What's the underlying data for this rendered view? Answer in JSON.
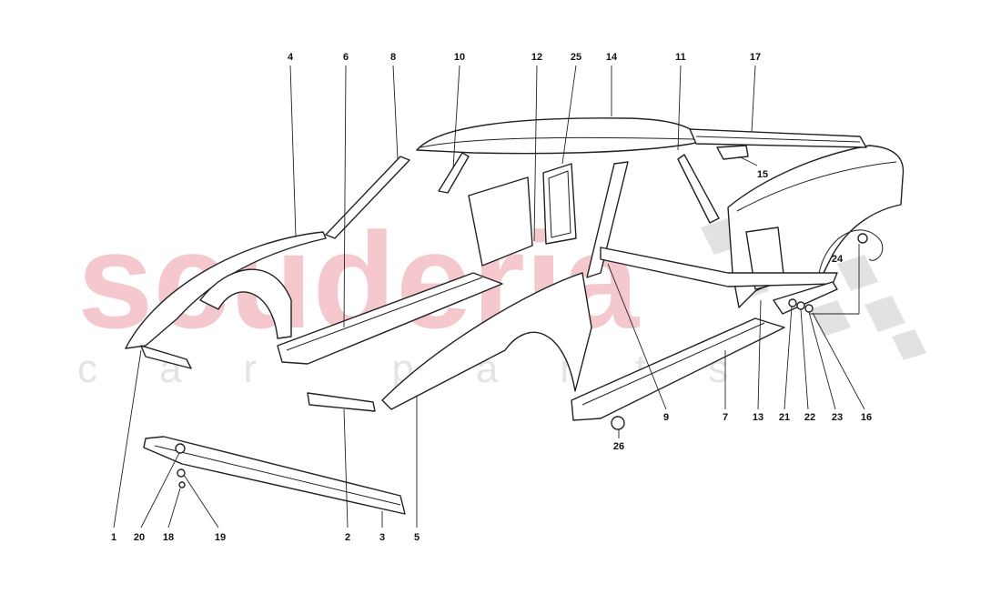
{
  "watermark": {
    "brand": "scuderia",
    "sub": "car parts",
    "brand_color": "#f4c8cc",
    "sub_color": "#e4e4e4"
  },
  "callouts": [
    {
      "id": "1",
      "text": "1"
    },
    {
      "id": "2",
      "text": "2"
    },
    {
      "id": "3",
      "text": "3"
    },
    {
      "id": "4",
      "text": "4"
    },
    {
      "id": "5",
      "text": "5"
    },
    {
      "id": "6",
      "text": "6"
    },
    {
      "id": "7",
      "text": "7"
    },
    {
      "id": "8",
      "text": "8"
    },
    {
      "id": "9",
      "text": "9"
    },
    {
      "id": "10",
      "text": "10"
    },
    {
      "id": "11",
      "text": "11"
    },
    {
      "id": "12",
      "text": "12"
    },
    {
      "id": "13",
      "text": "13"
    },
    {
      "id": "14",
      "text": "14"
    },
    {
      "id": "15",
      "text": "15"
    },
    {
      "id": "16",
      "text": "16"
    },
    {
      "id": "17",
      "text": "17"
    },
    {
      "id": "18",
      "text": "18"
    },
    {
      "id": "19",
      "text": "19"
    },
    {
      "id": "20",
      "text": "20"
    },
    {
      "id": "21",
      "text": "21"
    },
    {
      "id": "22",
      "text": "22"
    },
    {
      "id": "23",
      "text": "23"
    },
    {
      "id": "24",
      "text": "24"
    },
    {
      "id": "25",
      "text": "25"
    },
    {
      "id": "26",
      "text": "26"
    }
  ]
}
